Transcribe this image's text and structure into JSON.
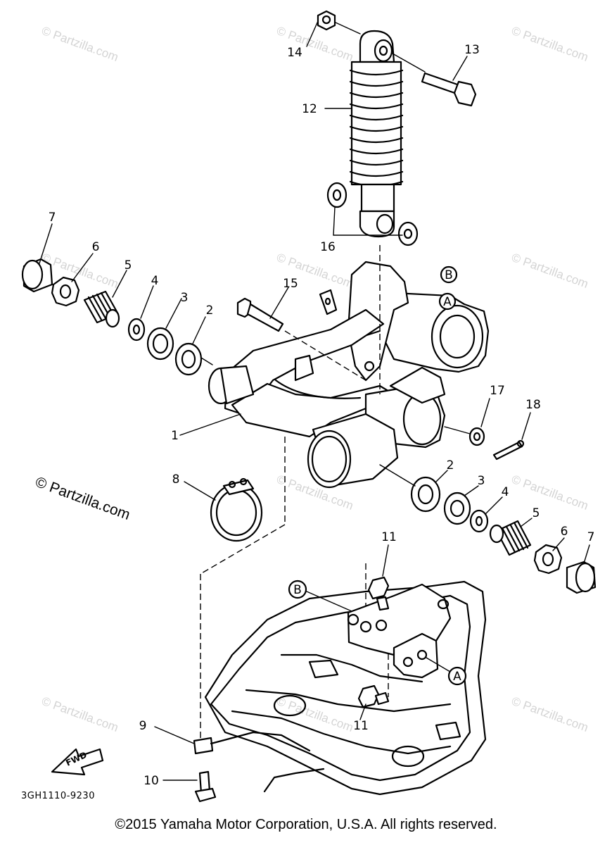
{
  "diagram": {
    "drawing_code": "3GH1110-9230",
    "fwd_label": "FWD",
    "copyright": "©2015 Yamaha Motor Corporation, U.S.A. All rights reserved.",
    "side_watermark": "© Partzilla.com",
    "bg_watermark": "© Partzilla.com",
    "callouts": {
      "c1": "1",
      "c2a": "2",
      "c2b": "2",
      "c3a": "3",
      "c3b": "3",
      "c4a": "4",
      "c4b": "4",
      "c5a": "5",
      "c5b": "5",
      "c6a": "6",
      "c6b": "6",
      "c7a": "7",
      "c7b": "7",
      "c8": "8",
      "c9": "9",
      "c10": "10",
      "c11a": "11",
      "c11b": "11",
      "c12": "12",
      "c13": "13",
      "c14": "14",
      "c15": "15",
      "c16": "16",
      "c17": "17",
      "c18": "18"
    },
    "ref_marks": {
      "a1": "A",
      "a2": "A",
      "b1": "B",
      "b2": "B"
    }
  }
}
